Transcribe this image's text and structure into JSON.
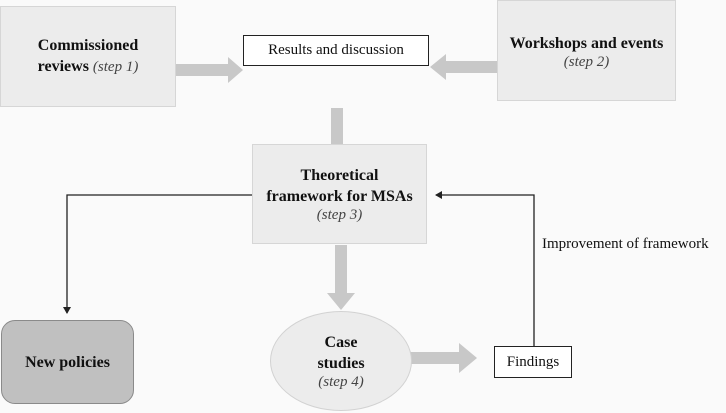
{
  "nodes": {
    "commissioned_reviews": {
      "title": "Commissioned",
      "title2": "reviews",
      "step": "(step 1)"
    },
    "results_discussion": {
      "label": "Results and discussion"
    },
    "workshops_events": {
      "title": "Workshops and events",
      "step": "(step 2)"
    },
    "theoretical_framework": {
      "title": "Theoretical",
      "title2": "framework for MSAs",
      "step": "(step 3)"
    },
    "new_policies": {
      "title": "New policies"
    },
    "case_studies": {
      "title": "Case",
      "title2": "studies",
      "step": "(step 4)"
    },
    "findings": {
      "label": "Findings"
    }
  },
  "edge_labels": {
    "improvement": "Improvement of framework"
  },
  "colors": {
    "background": "#fafafa",
    "box_fill": "#ececec",
    "policy_fill": "#c0c0c0",
    "thick_arrow": "#c8c8c8",
    "line": "#222222"
  }
}
